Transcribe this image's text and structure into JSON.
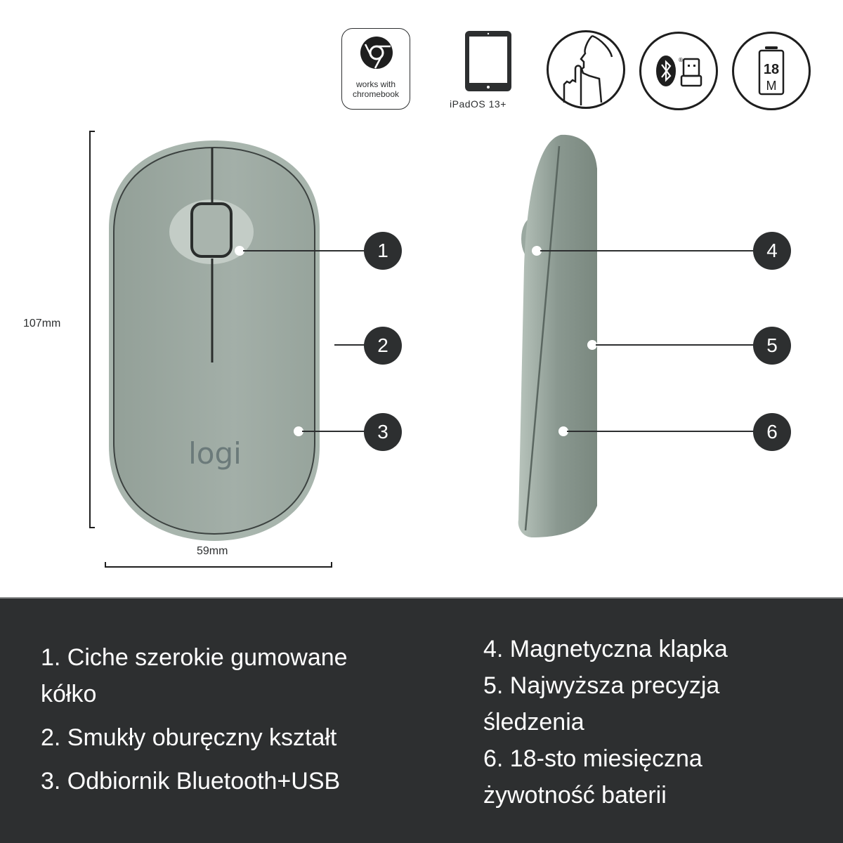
{
  "badges": {
    "chromebook": {
      "icon": "chrome-icon",
      "label_line1": "works with",
      "label_line2": "chromebook"
    },
    "ipad": {
      "icon": "tablet-icon",
      "label": "iPadOS 13+"
    },
    "silent": {
      "icon": "silent-click-icon"
    },
    "connectivity": {
      "icon": "bluetooth-usb-icon",
      "registered": "®"
    },
    "battery": {
      "icon": "battery-icon",
      "value": "18",
      "unit": "M"
    }
  },
  "product": {
    "logo": "logi",
    "color": "#9aa8a0",
    "dimensions": {
      "height": "107mm",
      "width": "59mm"
    }
  },
  "callouts": [
    {
      "num": "1"
    },
    {
      "num": "2"
    },
    {
      "num": "3"
    },
    {
      "num": "4"
    },
    {
      "num": "5"
    },
    {
      "num": "6"
    }
  ],
  "features": {
    "left": [
      {
        "line1": "1.  Ciche szerokie gumowane",
        "line2": "kółko"
      },
      {
        "line1": "2.  Smukły oburęczny kształt"
      },
      {
        "line1": "3.  Odbiornik Bluetooth+USB"
      }
    ],
    "right": [
      {
        "line1": "4. Magnetyczna klapka"
      },
      {
        "line1": "5. Najwyższa precyzja",
        "line2": "śledzenia"
      },
      {
        "line1": "6. 18-sto miesięczna",
        "line2": "żywotność baterii"
      }
    ]
  },
  "colors": {
    "dark": "#2d2f30",
    "mouse": "#9aa8a0",
    "mouse_light": "#b4c0b8"
  }
}
